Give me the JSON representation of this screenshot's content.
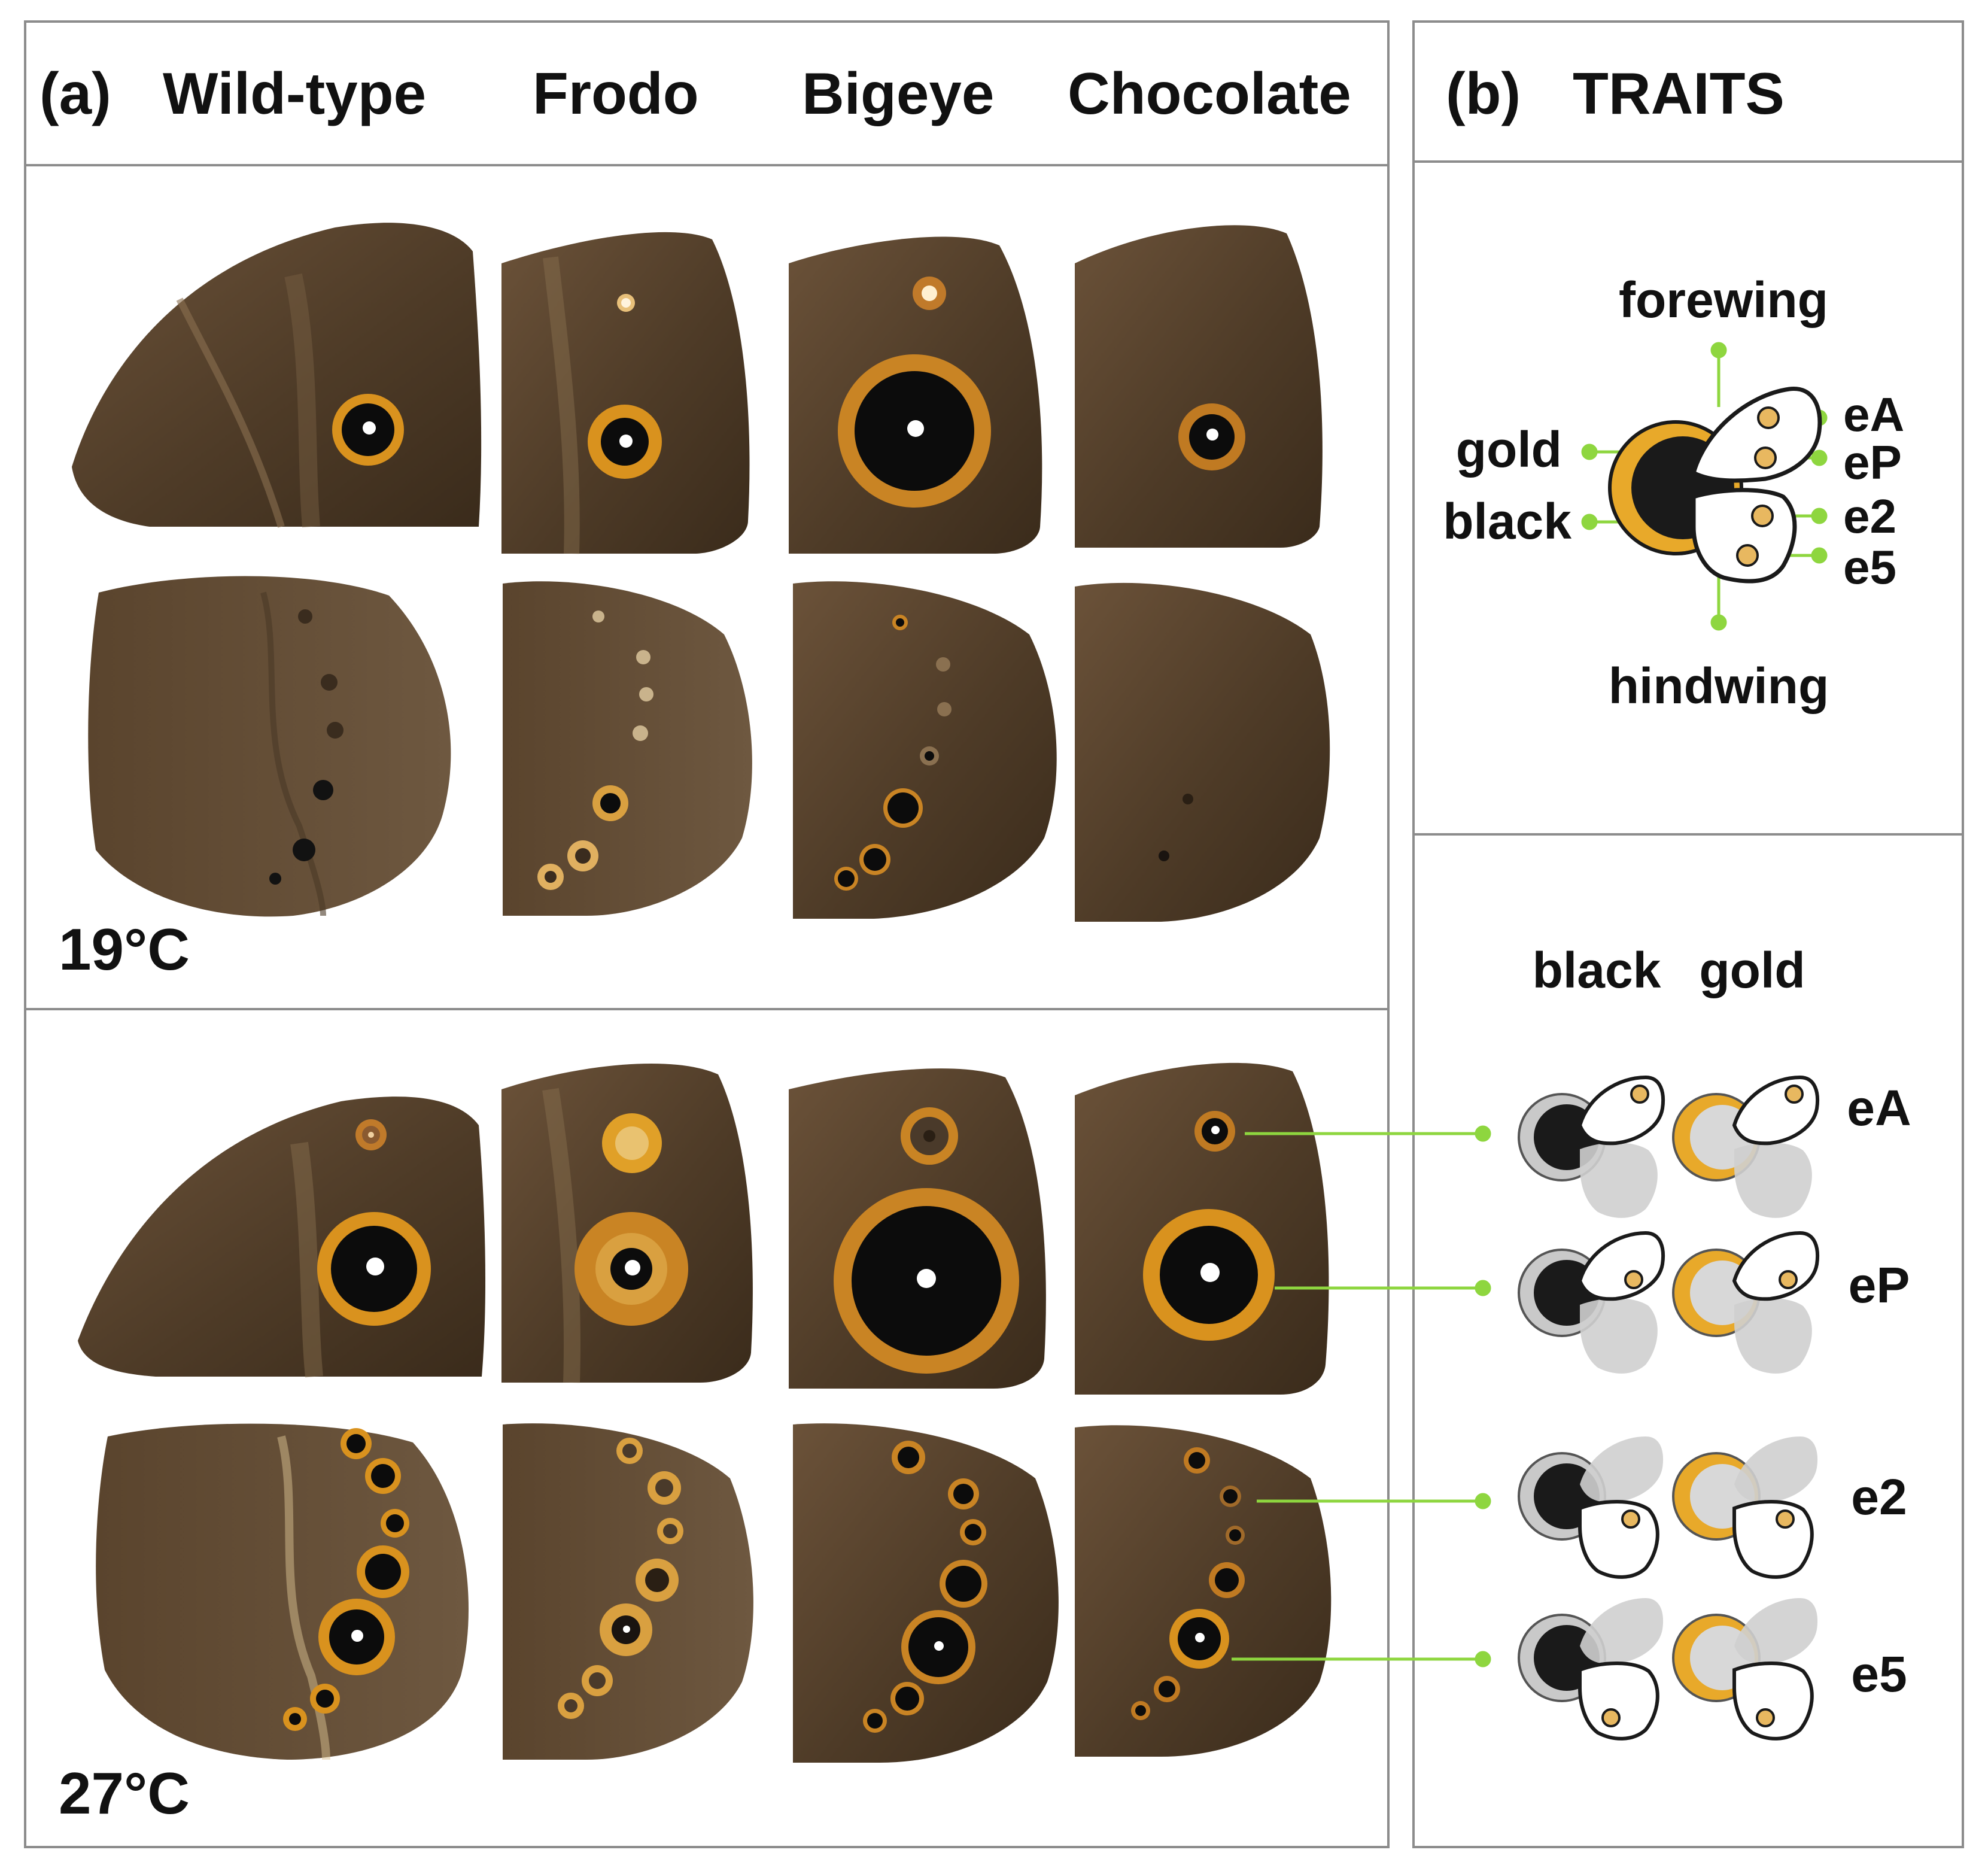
{
  "panel_a": {
    "label": "(a)",
    "columns": [
      "Wild-type",
      "Frodo",
      "Bigeye",
      "Chocolate"
    ],
    "temperatures": [
      "19°C",
      "27°C"
    ]
  },
  "panel_b": {
    "label": "(b)",
    "title": "TRAITS",
    "diagram": {
      "forewing": "forewing",
      "hindwing": "hindwing",
      "gold": "gold",
      "black": "black",
      "eA": "eA",
      "eP": "eP",
      "e2": "e2",
      "e5": "e5"
    },
    "legend_headers": [
      "black",
      "gold"
    ],
    "rows": [
      "eA",
      "eP",
      "e2",
      "e5"
    ]
  },
  "colors": {
    "wing_brown": "#5a4530",
    "wing_dark": "#3b2c1c",
    "eyespot_gold": "#d9921e",
    "eyespot_black": "#0c0c0c",
    "trait_gold": "#e8a92a",
    "pointer_green": "#8ed63f",
    "frame_gray": "#8c8c8c"
  }
}
